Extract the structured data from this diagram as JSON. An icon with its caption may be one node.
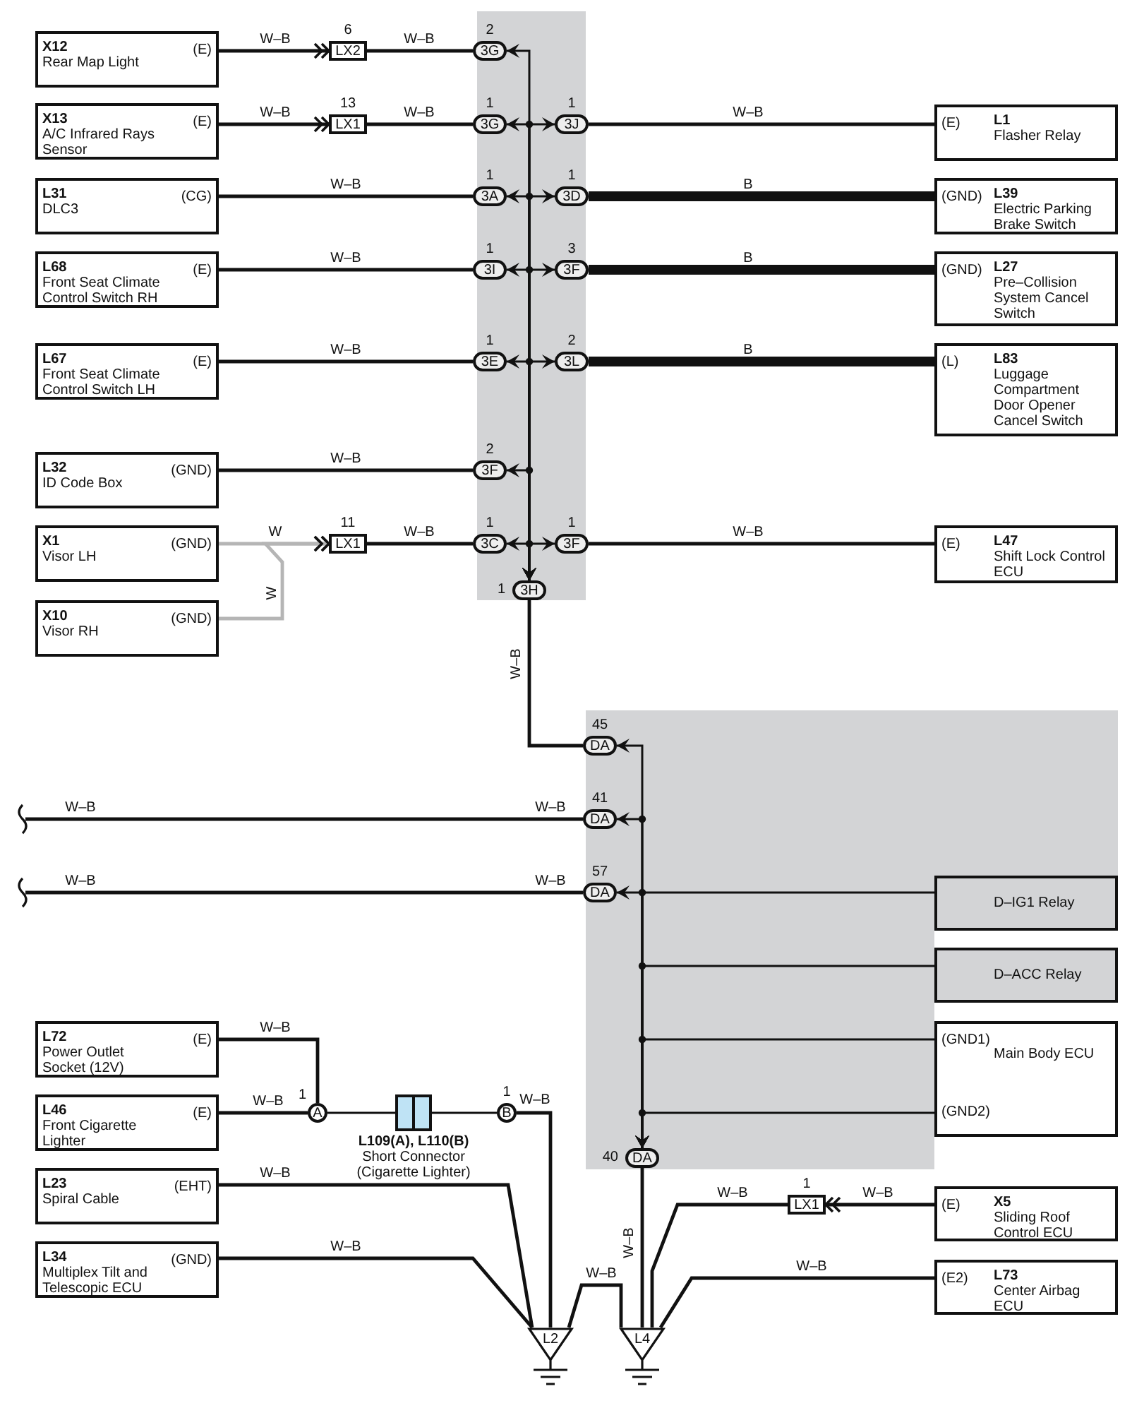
{
  "diagram": {
    "nodes": [
      {
        "text": [
          "X12",
          "Rear Map Light",
          "(E)"
        ]
      },
      {
        "text": [
          "LX2"
        ],
        "beside": [
          "6"
        ]
      },
      {
        "text": [
          "3G"
        ],
        "beside": [
          "2"
        ]
      },
      {
        "text": [
          "X13",
          "A/C Infrared Rays Sensor",
          "(E)"
        ]
      },
      {
        "text": [
          "LX1"
        ],
        "beside": [
          "13"
        ]
      },
      {
        "text": [
          "3G"
        ],
        "beside": [
          "1"
        ]
      },
      {
        "text": [
          "3J"
        ],
        "beside": [
          "1"
        ]
      },
      {
        "text": [
          "L1",
          "Flasher Relay",
          "(E)"
        ]
      },
      {
        "text": [
          "L31",
          "DLC3",
          "(CG)"
        ]
      },
      {
        "text": [
          "3A"
        ],
        "beside": [
          "1"
        ]
      },
      {
        "text": [
          "3D"
        ],
        "beside": [
          "1"
        ]
      },
      {
        "text": [
          "L39",
          "Electric Parking Brake Switch",
          "(GND)"
        ]
      },
      {
        "text": [
          "L68",
          "Front Seat Climate Control Switch RH",
          "(E)"
        ]
      },
      {
        "text": [
          "3I"
        ],
        "beside": [
          "1"
        ]
      },
      {
        "text": [
          "3F"
        ],
        "beside": [
          "3"
        ]
      },
      {
        "text": [
          "L27",
          "Pre–Collision System Cancel Switch",
          "(GND)"
        ]
      },
      {
        "text": [
          "L67",
          "Front Seat Climate Control Switch LH",
          "(E)"
        ]
      },
      {
        "text": [
          "3E"
        ],
        "beside": [
          "1"
        ]
      },
      {
        "text": [
          "3L"
        ],
        "beside": [
          "2"
        ]
      },
      {
        "text": [
          "L83",
          "Luggage Compartment Door Opener Cancel Switch",
          "(L)"
        ]
      },
      {
        "text": [
          "L32",
          "ID Code Box",
          "(GND)"
        ]
      },
      {
        "text": [
          "3F"
        ],
        "beside": [
          "2"
        ]
      },
      {
        "text": [
          "X1",
          "Visor LH",
          "(GND)"
        ]
      },
      {
        "text": [
          "LX1"
        ],
        "beside": [
          "11"
        ]
      },
      {
        "text": [
          "3C"
        ],
        "beside": [
          "1"
        ]
      },
      {
        "text": [
          "3F"
        ],
        "beside": [
          "1"
        ]
      },
      {
        "text": [
          "L47",
          "Shift Lock Control ECU",
          "(E)"
        ]
      },
      {
        "text": [
          "X10",
          "Visor RH",
          "(GND)"
        ]
      },
      {
        "text": [
          "3H"
        ],
        "beside": [
          "1"
        ]
      },
      {
        "text": [
          "DA"
        ],
        "beside": [
          "45"
        ]
      },
      {
        "text": [
          "DA"
        ],
        "beside": [
          "41"
        ]
      },
      {
        "text": [
          "DA"
        ],
        "beside": [
          "57"
        ]
      },
      {
        "text": [
          "D–IG1 Relay"
        ]
      },
      {
        "text": [
          "D–ACC Relay"
        ]
      },
      {
        "text": [
          "(GND1)",
          "Main Body ECU",
          "(GND2)"
        ]
      },
      {
        "text": [
          "L72",
          "Power Outlet Socket (12V)",
          "(E)"
        ]
      },
      {
        "text": [
          "L46",
          "Front Cigarette Lighter",
          "(E)"
        ]
      },
      {
        "text": [
          "A"
        ],
        "beside": [
          "1"
        ]
      },
      {
        "text": [
          "L109(A), L110(B)",
          "Short Connector (Cigarette Lighter)"
        ]
      },
      {
        "text": [
          "B"
        ],
        "beside": [
          "1"
        ]
      },
      {
        "text": [
          "DA"
        ],
        "beside": [
          "40"
        ]
      },
      {
        "text": [
          "L23",
          "Spiral Cable",
          "(EHT)"
        ]
      },
      {
        "text": [
          "X5",
          "Sliding Roof Control ECU",
          "(E)"
        ]
      },
      {
        "text": [
          "LX1"
        ],
        "beside": [
          "1"
        ]
      },
      {
        "text": [
          "L34",
          "Multiplex Tilt and Telescopic ECU",
          "(GND)"
        ]
      },
      {
        "text": [
          "L73",
          "Center Airbag ECU",
          "(E2)"
        ]
      },
      {
        "text": [
          "L2"
        ]
      },
      {
        "text": [
          "L4"
        ]
      }
    ],
    "edges": [
      {
        "from": 0,
        "to": 1,
        "arrow": "to",
        "label": "W–B"
      },
      {
        "from": 1,
        "to": 2,
        "arrow": "none",
        "label": "W–B"
      },
      {
        "from": 3,
        "to": 4,
        "arrow": "to",
        "label": "W–B"
      },
      {
        "from": 4,
        "to": 5,
        "arrow": "none",
        "label": "W–B"
      },
      {
        "from": 6,
        "to": 7,
        "arrow": "none",
        "label": "W–B"
      },
      {
        "from": 8,
        "to": 9,
        "arrow": "none",
        "label": "W–B"
      },
      {
        "from": 10,
        "to": 11,
        "arrow": "none",
        "label": "B",
        "style": "thick"
      },
      {
        "from": 12,
        "to": 13,
        "arrow": "none",
        "label": "W–B"
      },
      {
        "from": 14,
        "to": 15,
        "arrow": "none",
        "label": "B",
        "style": "thick"
      },
      {
        "from": 16,
        "to": 17,
        "arrow": "none",
        "label": "W–B"
      },
      {
        "from": 18,
        "to": 19,
        "arrow": "none",
        "label": "B",
        "style": "thick"
      },
      {
        "from": 20,
        "to": 21,
        "arrow": "none",
        "label": "W–B"
      },
      {
        "from": 22,
        "to": 23,
        "arrow": "to",
        "label": "W",
        "color": "#b5b5b5"
      },
      {
        "from": 27,
        "to": 23,
        "arrow": "to",
        "label": "W",
        "color": "#b5b5b5"
      },
      {
        "from": 23,
        "to": 24,
        "arrow": "none",
        "label": "W–B"
      },
      {
        "from": 25,
        "to": 26,
        "arrow": "none",
        "label": "W–B"
      },
      {
        "from": 2,
        "to": 28,
        "arrow": "both"
      },
      {
        "from": 5,
        "to": 28,
        "arrow": "both"
      },
      {
        "from": 6,
        "to": 28,
        "arrow": "both"
      },
      {
        "from": 9,
        "to": 28,
        "arrow": "both"
      },
      {
        "from": 10,
        "to": 28,
        "arrow": "both"
      },
      {
        "from": 13,
        "to": 28,
        "arrow": "both"
      },
      {
        "from": 14,
        "to": 28,
        "arrow": "both"
      },
      {
        "from": 17,
        "to": 28,
        "arrow": "both"
      },
      {
        "from": 18,
        "to": 28,
        "arrow": "both"
      },
      {
        "from": 21,
        "to": 28,
        "arrow": "both"
      },
      {
        "from": 24,
        "to": 28,
        "arrow": "both"
      },
      {
        "from": 25,
        "to": 28,
        "arrow": "both"
      },
      {
        "from": 28,
        "to": 29,
        "arrow": "none",
        "label": "W–B"
      },
      {
        "from": null,
        "to": 30,
        "arrow": "none",
        "label": "W–B"
      },
      {
        "from": null,
        "to": 31,
        "arrow": "none",
        "label": "W–B"
      },
      {
        "from": 29,
        "to": 40,
        "arrow": "both"
      },
      {
        "from": 30,
        "to": 40,
        "arrow": "both"
      },
      {
        "from": 31,
        "to": 40,
        "arrow": "both"
      },
      {
        "from": 32,
        "to": 40,
        "arrow": "to"
      },
      {
        "from": 33,
        "to": 40,
        "arrow": "to"
      },
      {
        "from": 34,
        "to": 40,
        "arrow": "to"
      },
      {
        "from": 34,
        "to": 40,
        "arrow": "to"
      },
      {
        "from": 40,
        "to": 47,
        "arrow": "none",
        "label": "W–B"
      },
      {
        "from": 35,
        "to": 37,
        "arrow": "none",
        "label": "W–B"
      },
      {
        "from": 36,
        "to": 37,
        "arrow": "none",
        "label": "W–B"
      },
      {
        "from": 37,
        "to": 38,
        "arrow": "none"
      },
      {
        "from": 38,
        "to": 39,
        "arrow": "none"
      },
      {
        "from": 39,
        "to": 46,
        "arrow": "none",
        "label": "W–B"
      },
      {
        "from": 41,
        "to": 46,
        "arrow": "none",
        "label": "W–B"
      },
      {
        "from": 44,
        "to": 46,
        "arrow": "none",
        "label": "W–B"
      },
      {
        "from": 46,
        "to": 47,
        "arrow": "none",
        "label": "W–B"
      },
      {
        "from": 42,
        "to": 43,
        "arrow": "to",
        "label": "W–B"
      },
      {
        "from": 43,
        "to": 47,
        "arrow": "none",
        "label": "W–B"
      },
      {
        "from": 45,
        "to": 47,
        "arrow": "none",
        "label": "W–B"
      }
    ],
    "labels": [
      "W–B",
      "W–B"
    ]
  }
}
